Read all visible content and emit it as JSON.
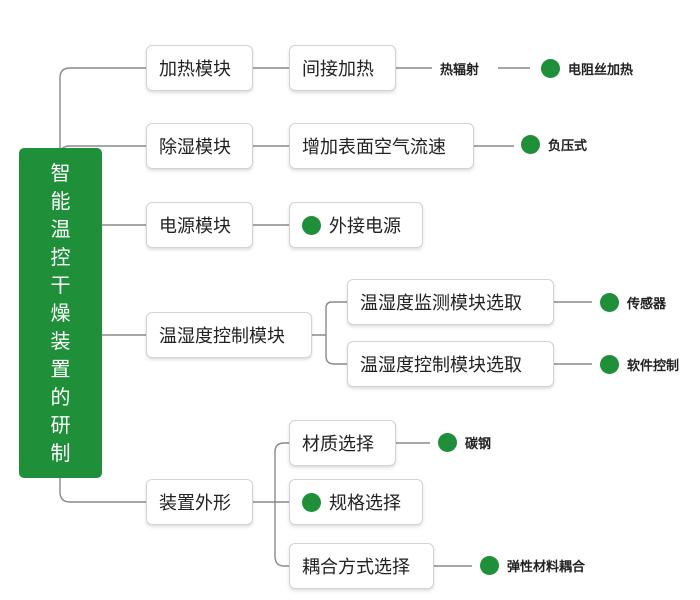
{
  "root": {
    "title": "智能温控干燥装置的研制",
    "chars": [
      "智",
      "能",
      "温",
      "控",
      "干",
      "燥",
      "装",
      "置",
      "的",
      "研",
      "制"
    ]
  },
  "modules": {
    "heating": {
      "label": "加热模块",
      "child": "间接加热",
      "sub": "热辐射",
      "leaf": "电阻丝加热"
    },
    "dehumid": {
      "label": "除湿模块",
      "child": "增加表面空气流速",
      "leaf": "负压式"
    },
    "power": {
      "label": "电源模块",
      "child": "外接电源"
    },
    "control": {
      "label": "温湿度控制模块",
      "child1": "温湿度监测模块选取",
      "leaf1": "传感器",
      "child2": "温湿度控制模块选取",
      "leaf2": "软件控制"
    },
    "shape": {
      "label": "装置外形",
      "child1": "材质选择",
      "leaf1": "碳钢",
      "child2": "规格选择",
      "child3": "耦合方式选择",
      "leaf3": "弹性材料耦合"
    }
  },
  "colors": {
    "accent": "#1f8f3a",
    "line": "#8a8a8a",
    "border": "#d3d3d3"
  }
}
